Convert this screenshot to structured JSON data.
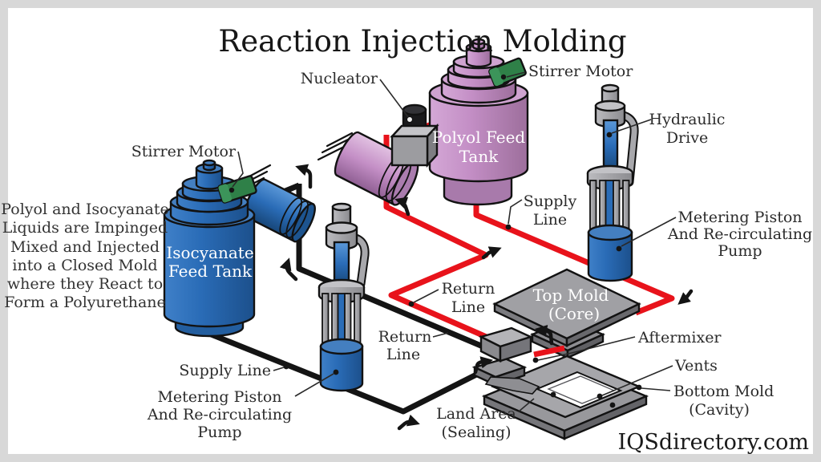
{
  "title": "Reaction Injection Molding",
  "watermark": "IQSdirectory.com",
  "description_lines": [
    "Polyol and Isocyanate",
    "Liquids are Impinged",
    "Mixed and Injected",
    "into a Closed Mold",
    "where they React to",
    "Form a Polyurethane"
  ],
  "tank_labels": {
    "isocyanate": [
      "Isocyanate",
      "Feed Tank"
    ],
    "polyol": [
      "Polyol Feed",
      "Tank"
    ],
    "top_mold": [
      "Top Mold",
      "(Core)"
    ]
  },
  "labels": {
    "nucleator": "Nucleator",
    "stirrer_motor_top": "Stirrer Motor",
    "stirrer_motor_left": "Stirrer Motor",
    "hydraulic_drive": [
      "Hydraulic",
      "Drive"
    ],
    "metering_pump_right": [
      "Metering Piston",
      "And Re-circulating",
      "Pump"
    ],
    "supply_line_mid": [
      "Supply",
      "Line"
    ],
    "return_line_red": [
      "Return",
      "Line"
    ],
    "return_line_black": [
      "Return",
      "Line"
    ],
    "supply_line_left": "Supply Line",
    "metering_pump_left": [
      "Metering Piston",
      "And Re-circulating",
      "Pump"
    ],
    "aftermixer": "Aftermixer",
    "vents": "Vents",
    "bottom_mold": [
      "Bottom Mold",
      "(Cavity)"
    ],
    "land_area": [
      "Land Area",
      "(Sealing)"
    ]
  },
  "colors": {
    "tank_blue": "#2a6cb7",
    "tank_purple": "#c48fc6",
    "motor_green": "#2f8048",
    "supply_red": "#e8131b",
    "line_black": "#141414",
    "metal_gray": "#a5a5a9",
    "frame_gray": "#d8d8d8"
  }
}
